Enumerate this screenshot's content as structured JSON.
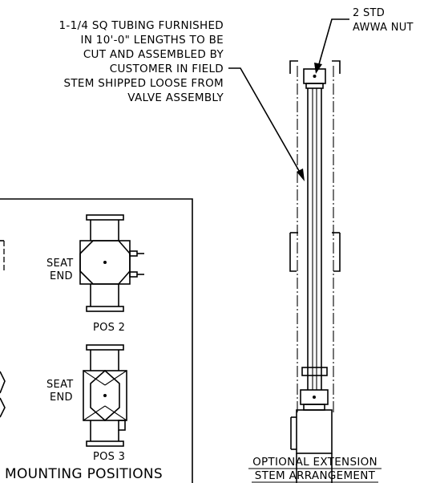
{
  "callouts": {
    "tubing_note": [
      "1-1/4 SQ TUBING FURNISHED",
      "IN 10'-0\" LENGTHS TO BE",
      "CUT AND ASSEMBLED BY",
      "CUSTOMER IN FIELD",
      "STEM SHIPPED LOOSE FROM",
      "VALVE ASSEMBLY"
    ],
    "nut_note": [
      "2 STD",
      "AWWA NUT"
    ]
  },
  "mounting": {
    "pos2": {
      "side_label": [
        "SEAT",
        "END"
      ],
      "label": "POS 2"
    },
    "pos3": {
      "side_label": [
        "SEAT",
        "END"
      ],
      "label": "POS 3"
    },
    "title": "MOUNTING POSITIONS"
  },
  "extension": {
    "caption": [
      "OPTIONAL EXTENSION",
      "STEM ARRANGEMENT"
    ]
  }
}
